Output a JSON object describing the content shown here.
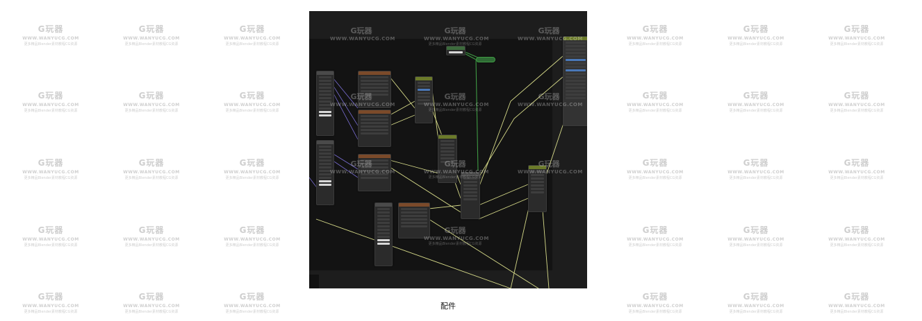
{
  "watermark": {
    "brand": "G玩器",
    "url": "WWW.WANYUCG.COM",
    "tagline": "更多精品Blender素材教程CG资源"
  },
  "caption": "配件",
  "colors": {
    "page_bg": "#ffffff",
    "editor_bg": "#1d1d1d",
    "canvas_bg": "#131313",
    "wire_yellow": "#d8dc8a",
    "wire_green": "#3f9a44",
    "wire_purple": "#7b6fd6"
  }
}
